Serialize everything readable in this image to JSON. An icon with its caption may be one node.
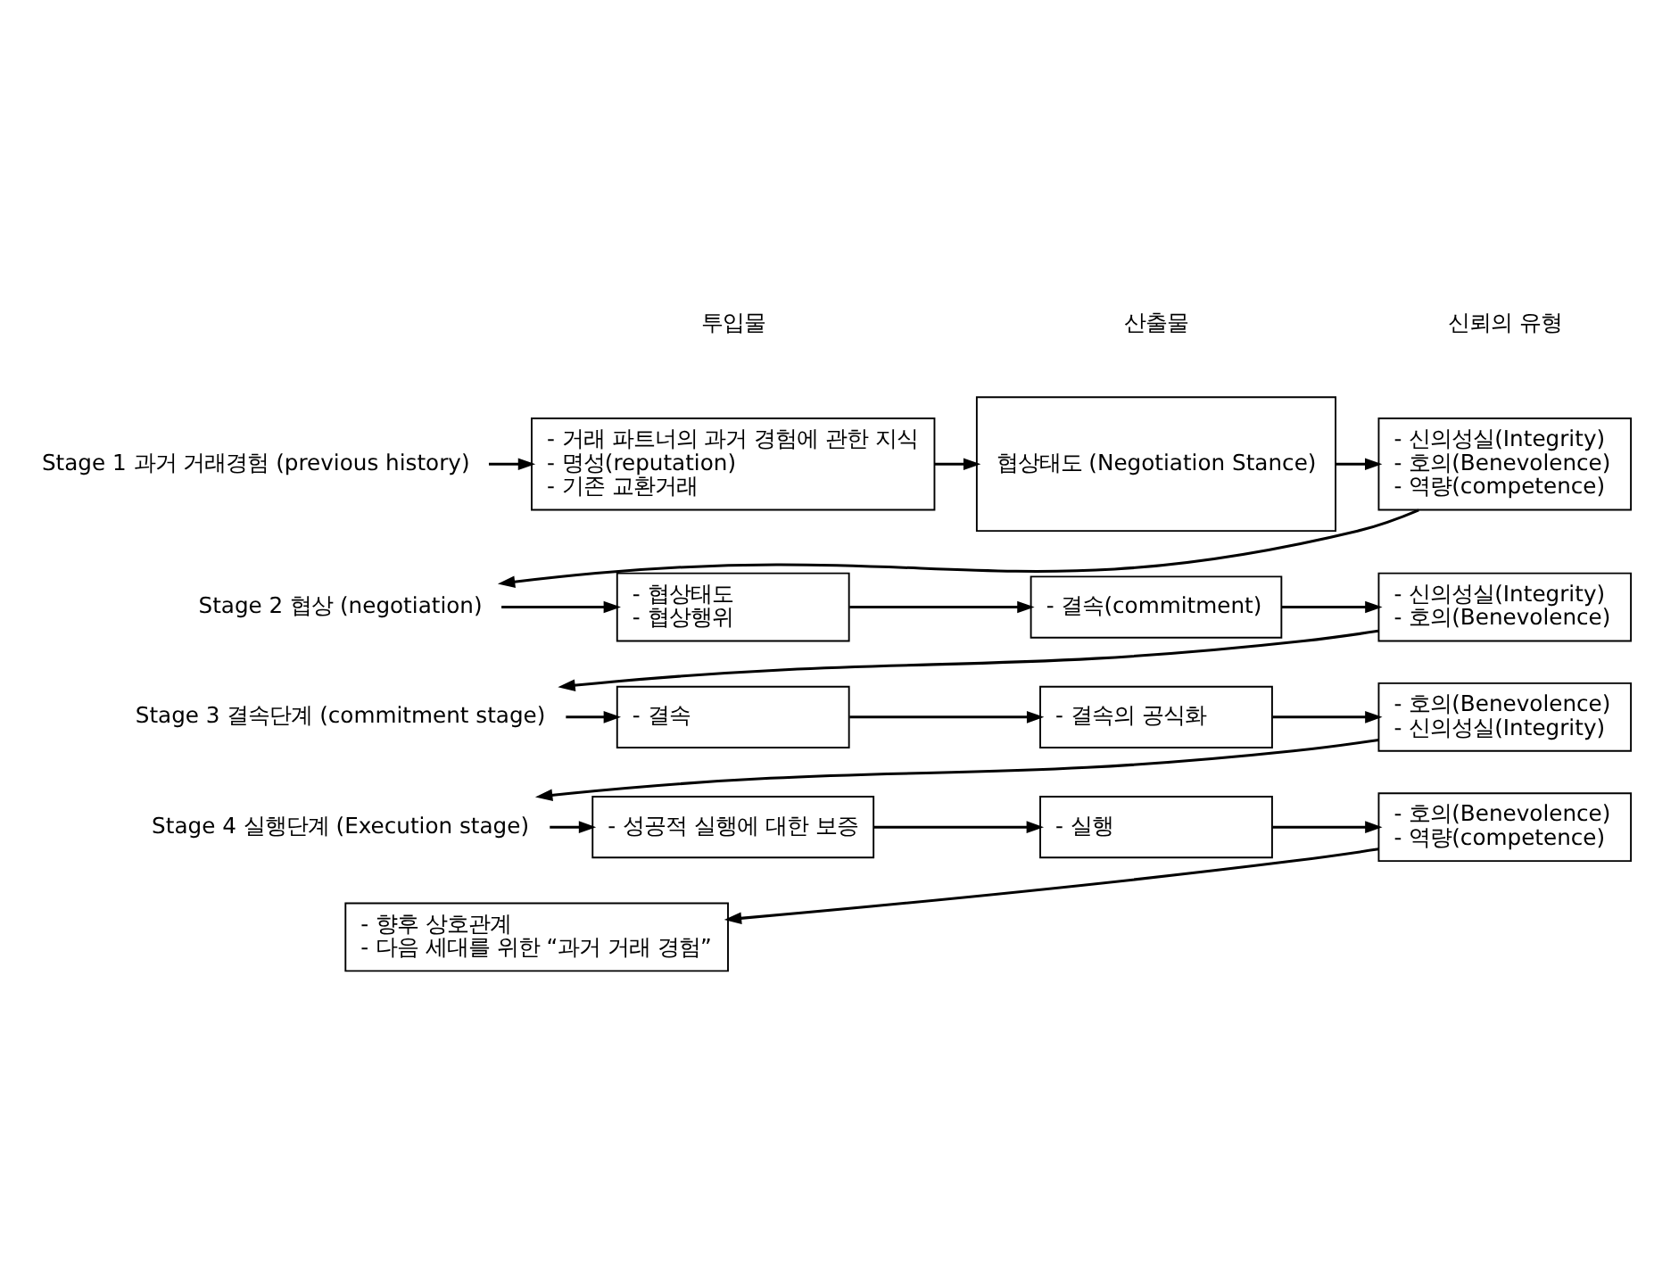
{
  "diagram": {
    "nodes": [
      {
        "text": [
          "Stage 1 과거 거래경험 (previous history)"
        ]
      },
      {
        "text": [
          "- 거래 파트너의 과거 경험에 관한 지식",
          "- 명성(reputation)",
          "- 기존 교환거래"
        ]
      },
      {
        "text": [
          "협상태도 (Negotiation Stance)"
        ]
      },
      {
        "text": [
          "- 신의성실(Integrity)",
          "- 호의(Benevolence)",
          "- 역량(competence)"
        ]
      },
      {
        "text": [
          "Stage 2 협상 (negotiation)"
        ]
      },
      {
        "text": [
          "- 협상태도",
          "- 협상행위"
        ]
      },
      {
        "text": [
          "- 결속(commitment)"
        ]
      },
      {
        "text": [
          "- 신의성실(Integrity)",
          "- 호의(Benevolence)"
        ]
      },
      {
        "text": [
          "Stage 3 결속단계 (commitment stage)"
        ]
      },
      {
        "text": [
          "- 결속"
        ]
      },
      {
        "text": [
          "- 결속의 공식화"
        ]
      },
      {
        "text": [
          "- 호의(Benevolence)",
          "- 신의성실(Integrity)"
        ]
      },
      {
        "text": [
          "Stage 4 실행단계 (Execution stage)"
        ]
      },
      {
        "text": [
          "- 성공적 실행에 대한 보증"
        ]
      },
      {
        "text": [
          "- 실행"
        ]
      },
      {
        "text": [
          "- 호의(Benevolence)",
          "- 역량(competence)"
        ]
      },
      {
        "text": [
          "- 향후 상호관계",
          "- 다음 세대를 위한 “과거 거래 경험”"
        ]
      }
    ],
    "edges": [
      {
        "from": 0,
        "to": 1,
        "arrow": "to"
      },
      {
        "from": 1,
        "to": 2,
        "arrow": "to"
      },
      {
        "from": 2,
        "to": 3,
        "arrow": "to"
      },
      {
        "from": 3,
        "to": 4,
        "arrow": "to"
      },
      {
        "from": 4,
        "to": 5,
        "arrow": "to"
      },
      {
        "from": 5,
        "to": 6,
        "arrow": "to"
      },
      {
        "from": 6,
        "to": 7,
        "arrow": "to"
      },
      {
        "from": 7,
        "to": 8,
        "arrow": "to"
      },
      {
        "from": 8,
        "to": 9,
        "arrow": "to"
      },
      {
        "from": 9,
        "to": 10,
        "arrow": "to"
      },
      {
        "from": 10,
        "to": 11,
        "arrow": "to"
      },
      {
        "from": 11,
        "to": 12,
        "arrow": "to"
      },
      {
        "from": 12,
        "to": 13,
        "arrow": "to"
      },
      {
        "from": 13,
        "to": 14,
        "arrow": "to"
      },
      {
        "from": 14,
        "to": 15,
        "arrow": "to"
      },
      {
        "from": 15,
        "to": 16,
        "arrow": "to"
      }
    ],
    "labels": [
      "투입물",
      "산출물",
      "신뢰의 유형"
    ]
  }
}
